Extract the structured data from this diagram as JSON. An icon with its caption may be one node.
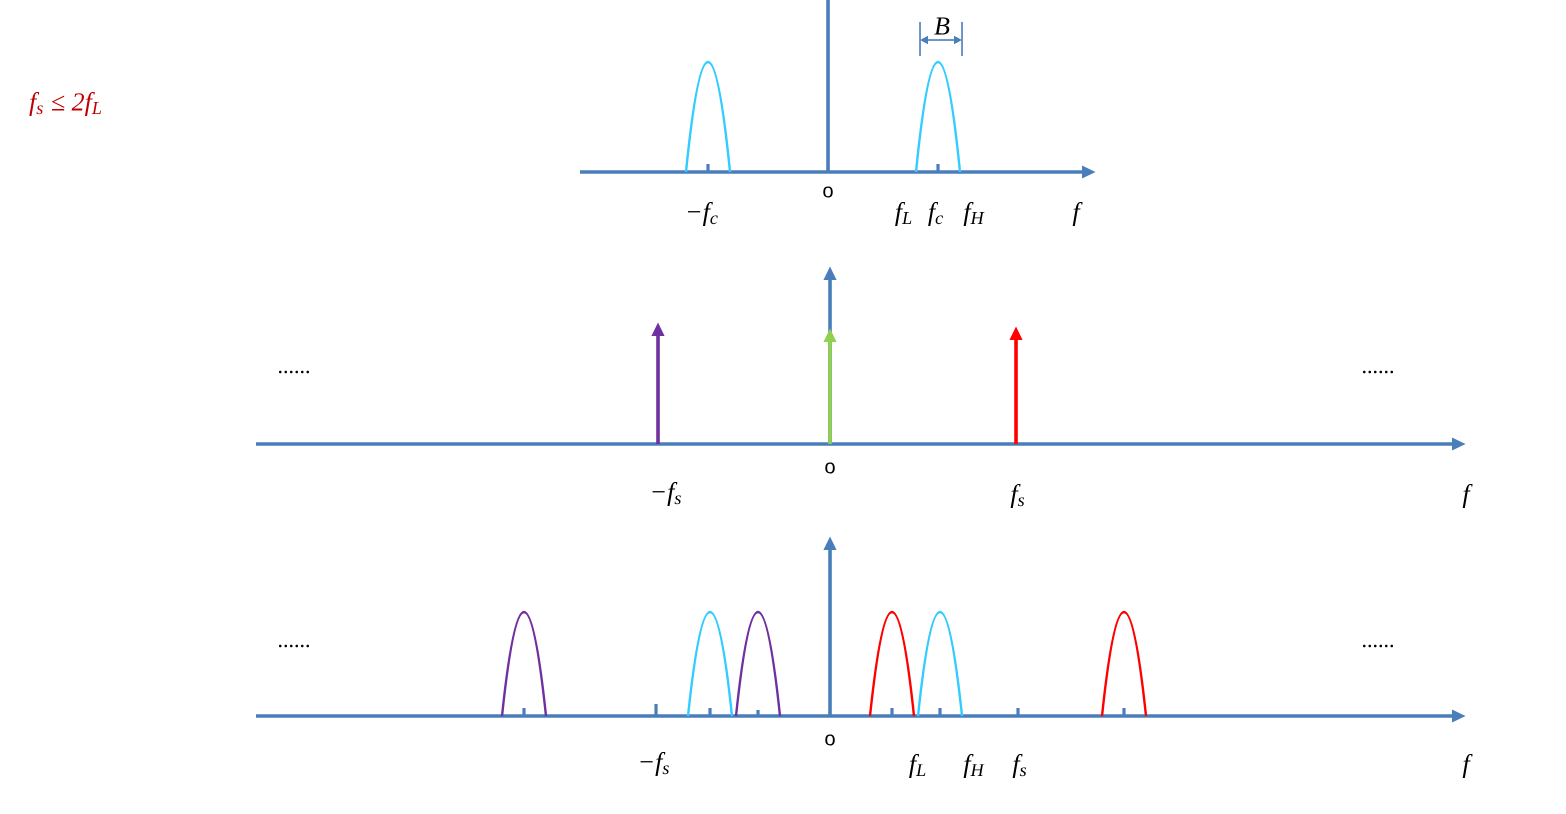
{
  "diagram": {
    "labels": [
      "f$_{s}$ ≤ 2f$_{L}$",
      "B",
      "−f$_{c}$",
      "o",
      "f$_{L}$",
      "f$_{c}$",
      "f$_{H}$",
      "f",
      "......",
      "......",
      "−f$_{s}$",
      "o",
      "f$_{s}$",
      "f",
      "......",
      "......",
      "−f$_{s}$",
      "o",
      "f$_{L}$",
      "f$_{H}$",
      "f$_{s}$",
      "f"
    ]
  }
}
